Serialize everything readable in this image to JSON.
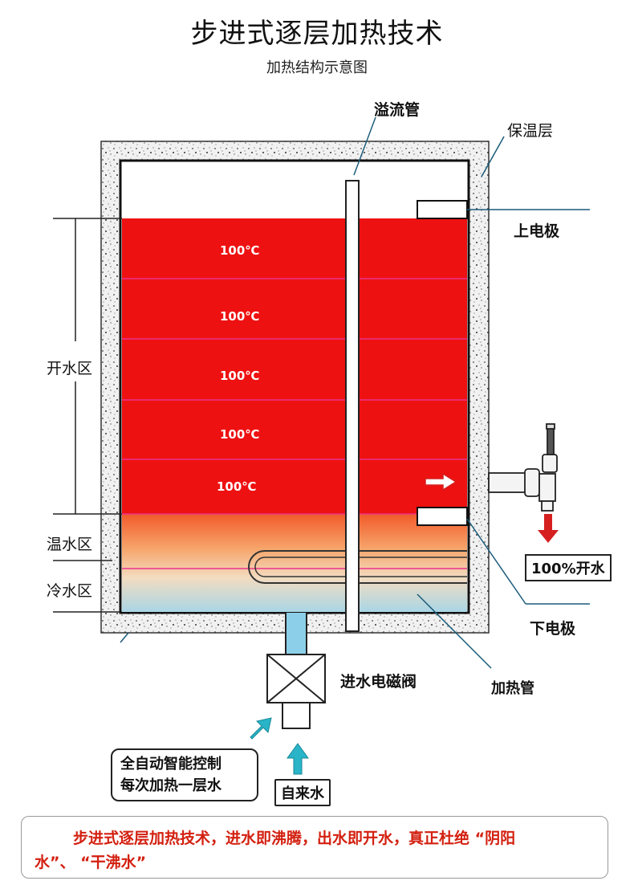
{
  "header": {
    "title": "步进式逐层加热技术",
    "subtitle": "加热结构示意图"
  },
  "labels": {
    "overflow_pipe": "溢流管",
    "insulation": "保温层",
    "upper_electrode": "上电极",
    "lower_electrode": "下电极",
    "boiling_zone": "开水区",
    "warm_zone": "温水区",
    "cold_zone": "冷水区",
    "heating_pipe": "加热管",
    "inlet_valve": "进水电磁阀",
    "tap_water": "自来水",
    "outlet": "100%开水"
  },
  "layers": [
    {
      "temp": "100℃"
    },
    {
      "temp": "100℃"
    },
    {
      "temp": "100℃"
    },
    {
      "temp": "100℃"
    },
    {
      "temp": "100℃"
    }
  ],
  "control_note": {
    "line1": "全自动智能控制",
    "line2": "每次加热一层水"
  },
  "footer": {
    "line1": "步进式逐层加热技术，进水即沸腾，出水即开水，真正杜绝 “阴阳",
    "line2": "水”、 “干沸水”"
  },
  "colors": {
    "hot_water": "#ee1111",
    "layer_line": "#e9338c",
    "warm_water": "#f6b36a",
    "cold_water": "#a9d6e6",
    "inlet_water": "#8ccfe8",
    "arrow_cyan": "#29b4c8",
    "arrow_red": "#d61f1f",
    "footer_text": "#d32010"
  }
}
